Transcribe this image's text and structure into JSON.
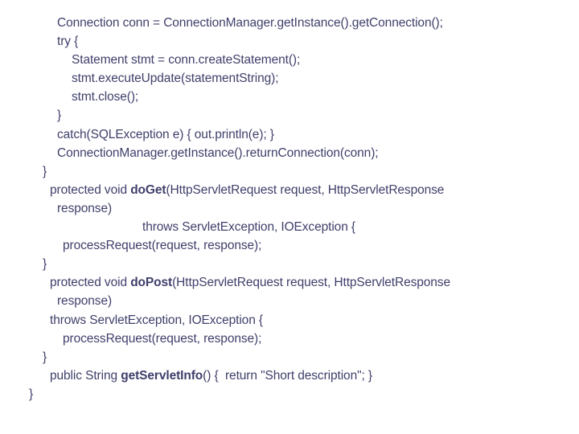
{
  "slide": {
    "background_color": "#ffffff",
    "text_color": "#3f3f6b",
    "language": "java",
    "code_lines": [
      {
        "indent": 3,
        "text": "Connection conn = ConnectionManager.getInstance().getConnection();"
      },
      {
        "indent": 3,
        "text": "try {"
      },
      {
        "indent": 5,
        "text": "Statement stmt = conn.createStatement();"
      },
      {
        "indent": 5,
        "text": "stmt.executeUpdate(statementString);"
      },
      {
        "indent": 5,
        "text": "stmt.close();"
      },
      {
        "indent": 3,
        "text": "}"
      },
      {
        "indent": 3,
        "text": "catch(SQLException e) { out.println(e); }"
      },
      {
        "indent": 3,
        "text": "ConnectionManager.getInstance().returnConnection(conn);"
      },
      {
        "indent": 1,
        "text": "}"
      },
      {
        "indent": 2,
        "pre": "protected void ",
        "bold": "doGet",
        "post": "(HttpServletRequest request, HttpServletResponse"
      },
      {
        "indent": 3,
        "text": "response)"
      },
      {
        "indent": 6,
        "text": "throws ServletException, IOException {"
      },
      {
        "indent": 4,
        "text": "processRequest(request, response);"
      },
      {
        "indent": 1,
        "text": "}"
      },
      {
        "indent": 2,
        "pre": "protected void ",
        "bold": "doPost",
        "post": "(HttpServletRequest request, HttpServletResponse"
      },
      {
        "indent": 3,
        "text": "response)"
      },
      {
        "indent": 2,
        "text": "throws ServletException, IOException {"
      },
      {
        "indent": 4,
        "text": "processRequest(request, response);"
      },
      {
        "indent": 1,
        "text": "}"
      },
      {
        "indent": 2,
        "pre": "public String ",
        "bold": "getServletInfo",
        "post": "() {  return \"Short description\"; }"
      },
      {
        "indent": 0,
        "text": "}"
      }
    ]
  }
}
